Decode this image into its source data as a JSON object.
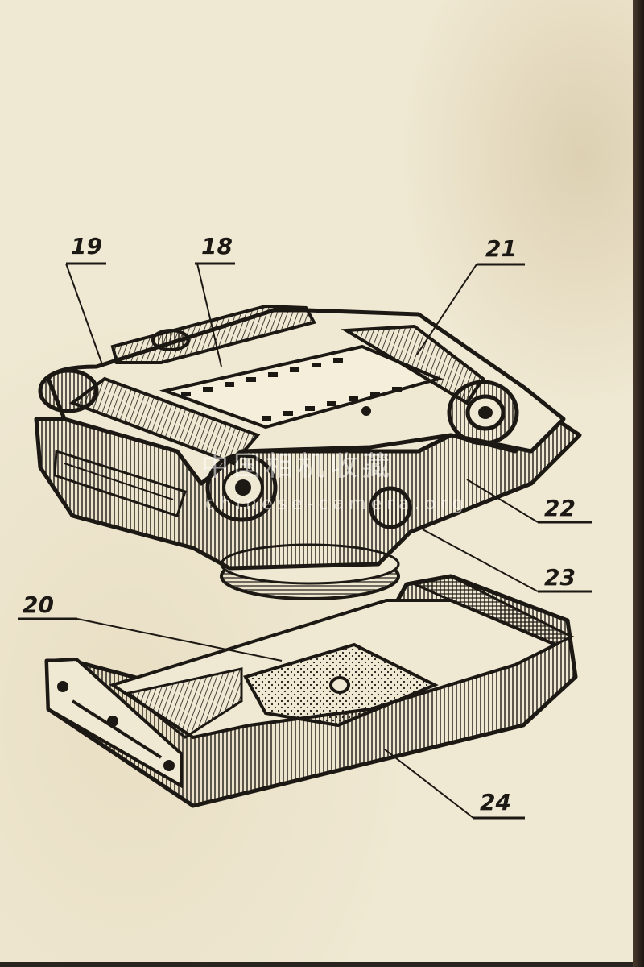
{
  "figure": {
    "callouts": [
      {
        "id": "19",
        "label": "19"
      },
      {
        "id": "18",
        "label": "18"
      },
      {
        "id": "21",
        "label": "21"
      },
      {
        "id": "22",
        "label": "22"
      },
      {
        "id": "23",
        "label": "23"
      },
      {
        "id": "20",
        "label": "20"
      },
      {
        "id": "24",
        "label": "24"
      }
    ]
  },
  "watermark": {
    "line1": "中国相机收藏",
    "line2": "chinese-camera.org"
  },
  "colors": {
    "paper": "#efe8d2",
    "ink": "#1c1814",
    "page_edge": "#2a2420"
  }
}
